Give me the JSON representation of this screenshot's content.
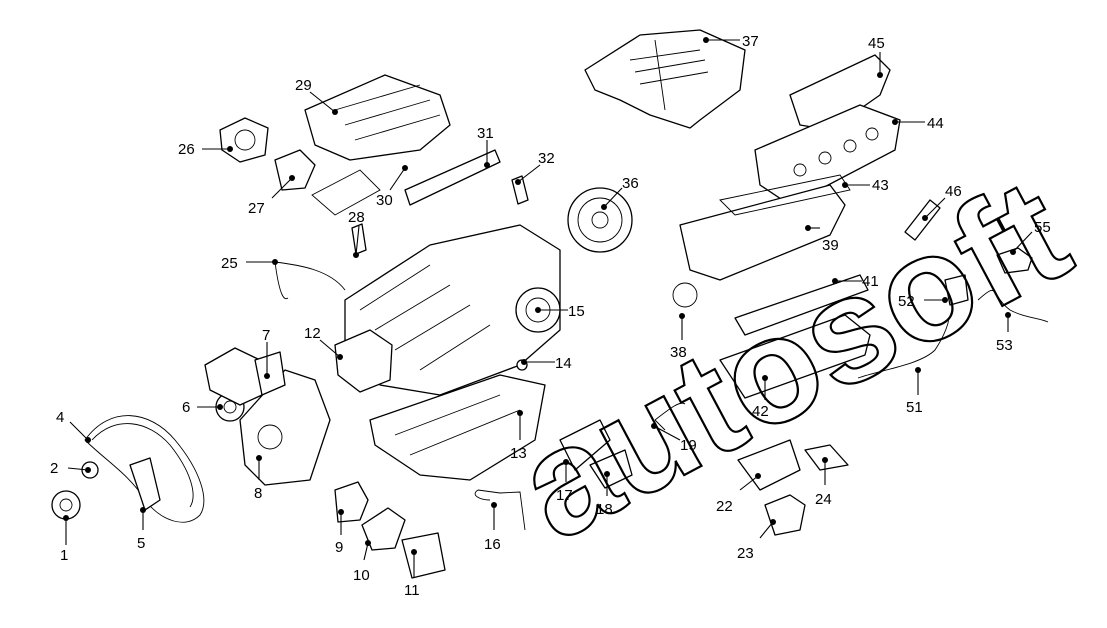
{
  "diagram": {
    "type": "exploded-parts-diagram",
    "watermark_text": "autosoft",
    "callouts": [
      {
        "id": "1",
        "label": "1"
      },
      {
        "id": "2",
        "label": "2"
      },
      {
        "id": "4",
        "label": "4"
      },
      {
        "id": "5",
        "label": "5"
      },
      {
        "id": "6",
        "label": "6"
      },
      {
        "id": "7",
        "label": "7"
      },
      {
        "id": "8",
        "label": "8"
      },
      {
        "id": "9",
        "label": "9"
      },
      {
        "id": "10",
        "label": "10"
      },
      {
        "id": "11",
        "label": "11"
      },
      {
        "id": "12",
        "label": "12"
      },
      {
        "id": "13",
        "label": "13"
      },
      {
        "id": "14",
        "label": "14"
      },
      {
        "id": "15",
        "label": "15"
      },
      {
        "id": "16",
        "label": "16"
      },
      {
        "id": "17",
        "label": "17"
      },
      {
        "id": "18",
        "label": "18"
      },
      {
        "id": "19",
        "label": "19"
      },
      {
        "id": "22",
        "label": "22"
      },
      {
        "id": "23",
        "label": "23"
      },
      {
        "id": "24",
        "label": "24"
      },
      {
        "id": "25",
        "label": "25"
      },
      {
        "id": "26",
        "label": "26"
      },
      {
        "id": "27",
        "label": "27"
      },
      {
        "id": "28",
        "label": "28"
      },
      {
        "id": "29",
        "label": "29"
      },
      {
        "id": "30",
        "label": "30"
      },
      {
        "id": "31",
        "label": "31"
      },
      {
        "id": "32",
        "label": "32"
      },
      {
        "id": "36",
        "label": "36"
      },
      {
        "id": "37",
        "label": "37"
      },
      {
        "id": "38",
        "label": "38"
      },
      {
        "id": "39",
        "label": "39"
      },
      {
        "id": "41",
        "label": "41"
      },
      {
        "id": "42",
        "label": "42"
      },
      {
        "id": "43",
        "label": "43"
      },
      {
        "id": "44",
        "label": "44"
      },
      {
        "id": "45",
        "label": "45"
      },
      {
        "id": "46",
        "label": "46"
      },
      {
        "id": "51",
        "label": "51"
      },
      {
        "id": "52",
        "label": "52"
      },
      {
        "id": "53",
        "label": "53"
      },
      {
        "id": "55",
        "label": "55"
      }
    ]
  }
}
